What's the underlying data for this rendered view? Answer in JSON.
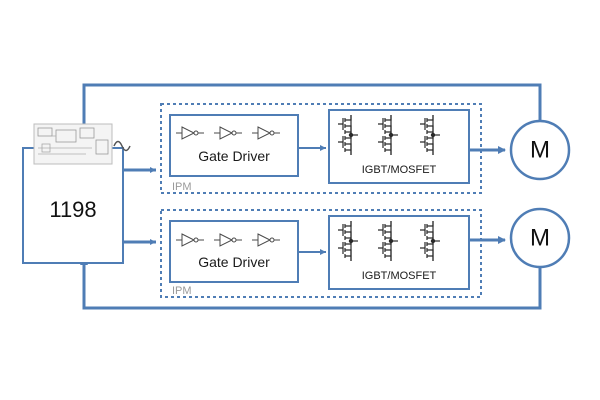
{
  "controller": {
    "label": "1198"
  },
  "colors": {
    "line": "#4F7DB5",
    "text": "#111111",
    "ipm_label": "#9a9a9a"
  },
  "channels": [
    {
      "ipm_label": "IPM",
      "gate_driver_label": "Gate Driver",
      "switch_label": "IGBT/MOSFET",
      "motor_label": "M"
    },
    {
      "ipm_label": "IPM",
      "gate_driver_label": "Gate Driver",
      "switch_label": "IGBT/MOSFET",
      "motor_label": "M"
    }
  ],
  "icons": [
    "buffer-icon",
    "transistor-icon",
    "sine-wave-icon",
    "board-thumbnail-icon"
  ]
}
